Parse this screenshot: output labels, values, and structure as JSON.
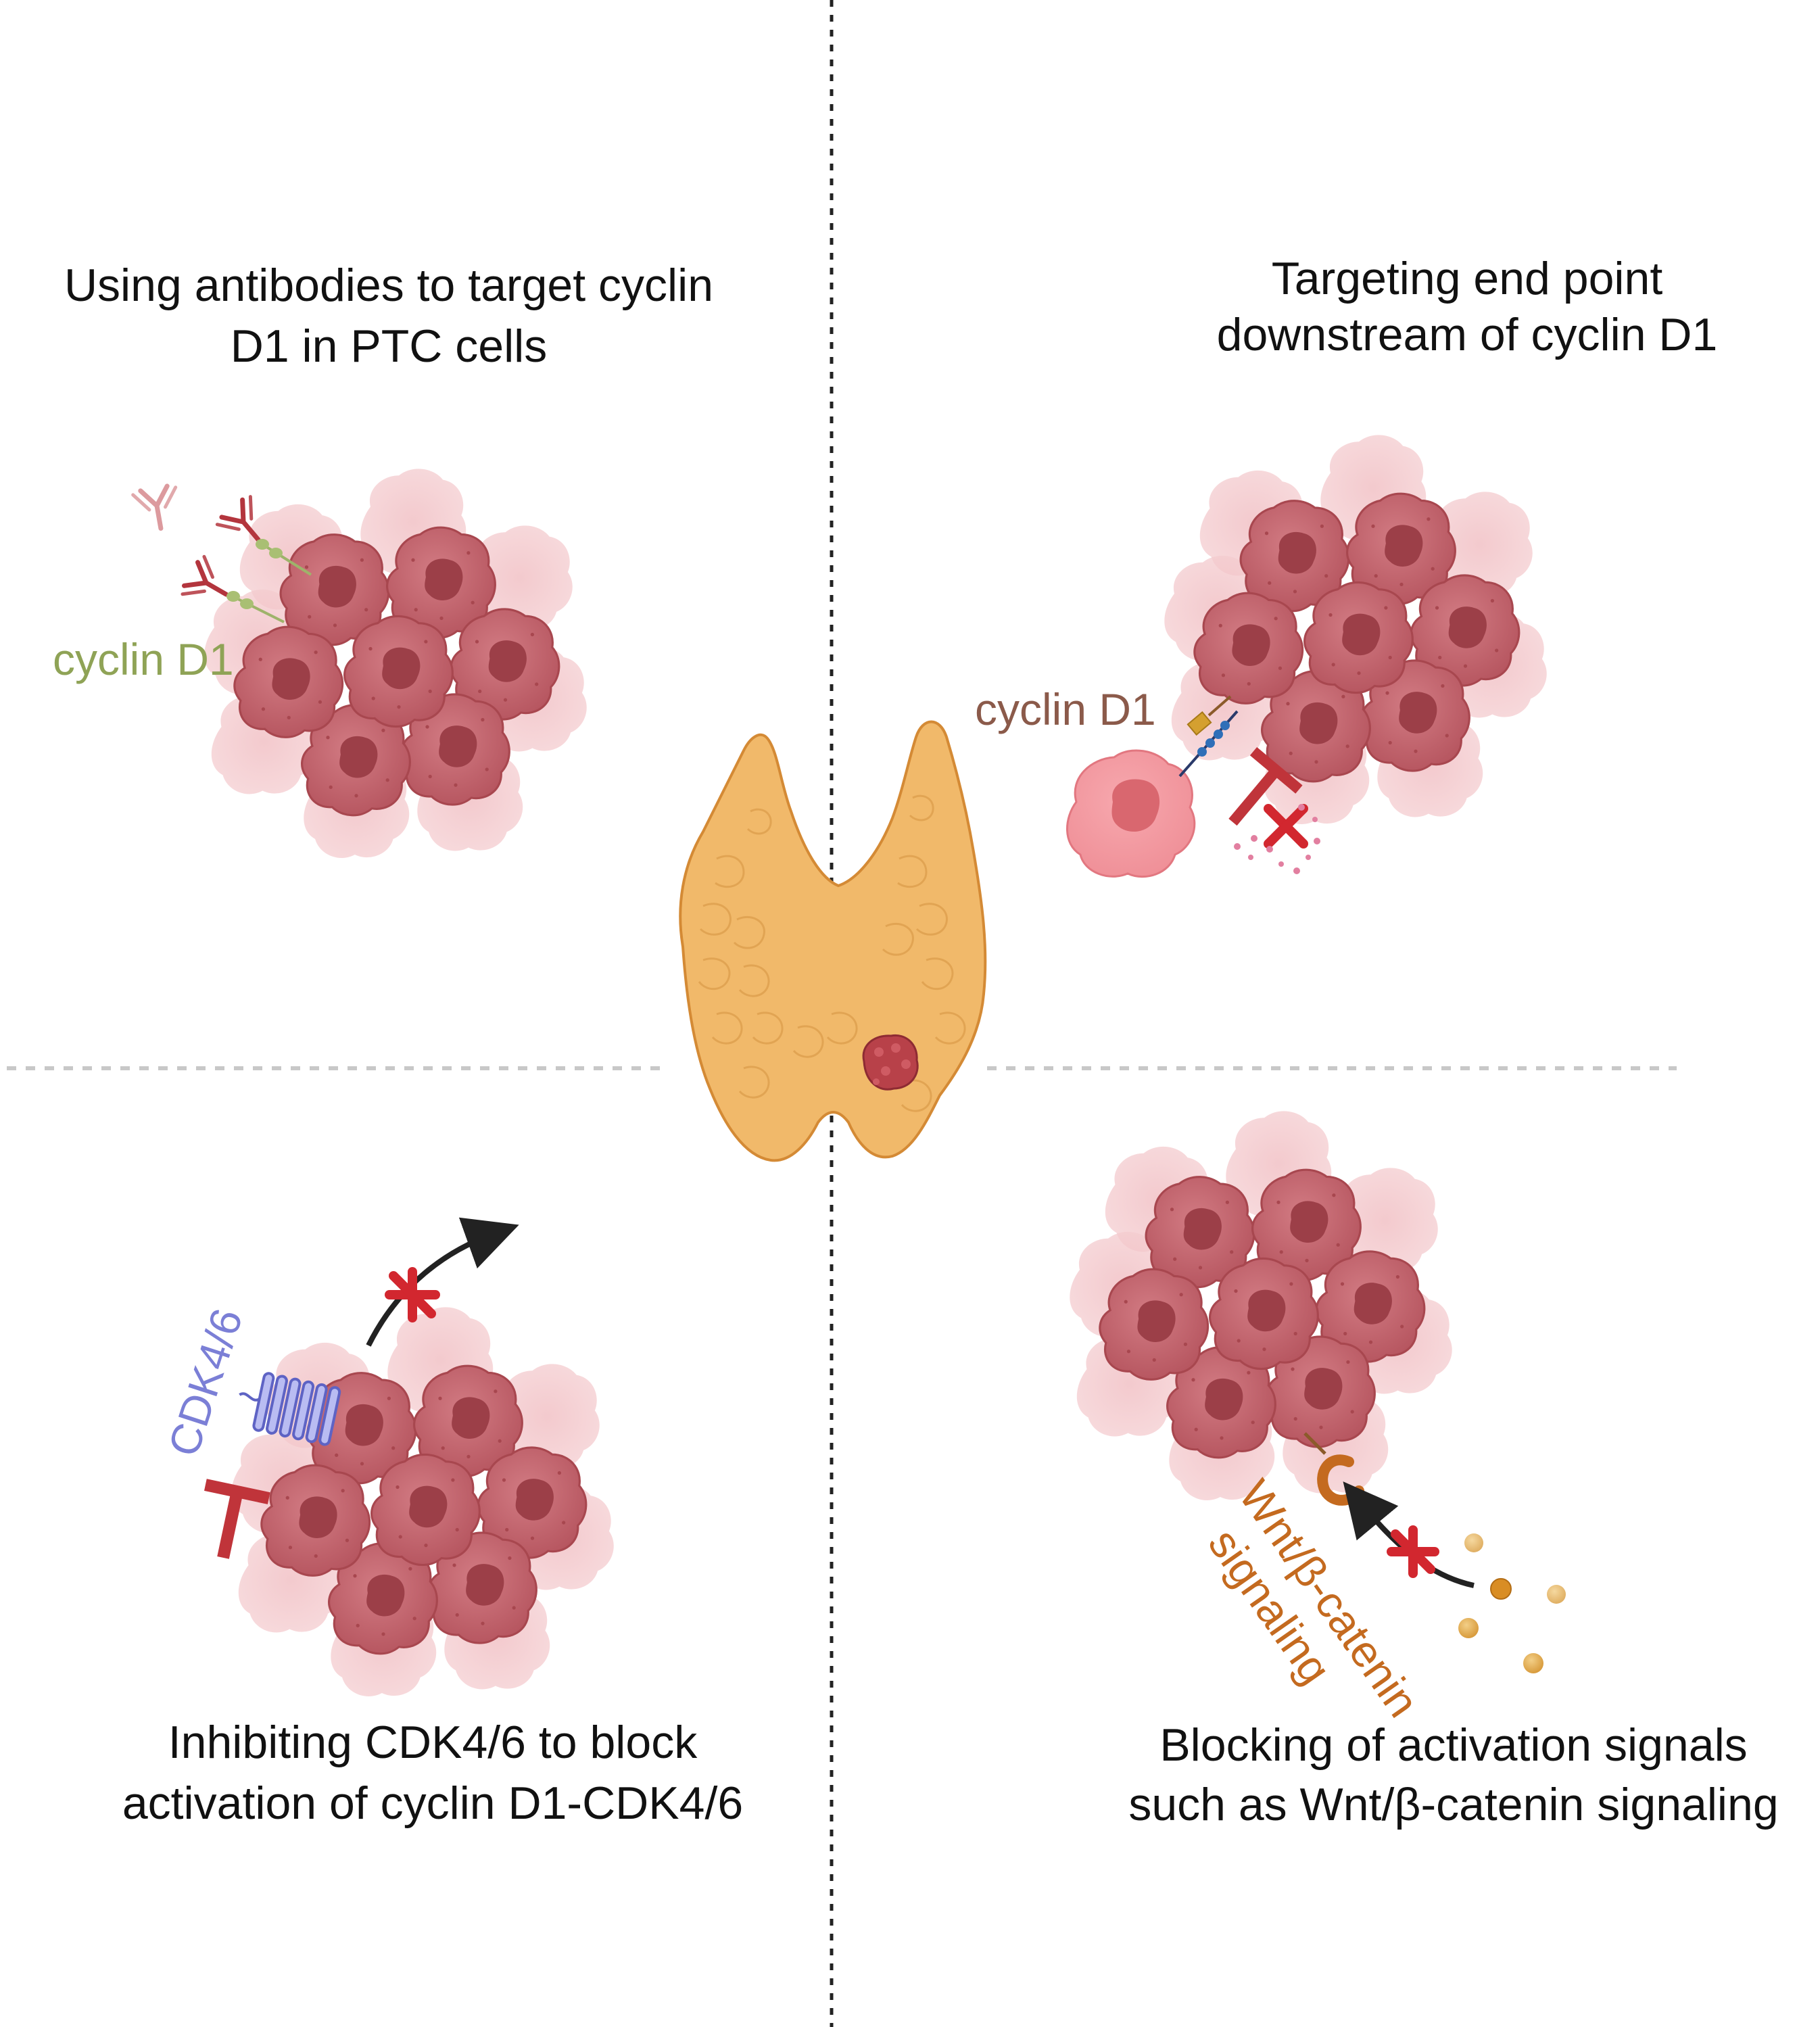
{
  "quadrants": {
    "top_left": {
      "title_line1": "Using antibodies to target cyclin",
      "title_line2": "D1 in PTC cells",
      "label": "cyclin D1"
    },
    "top_right": {
      "title_line1": "Targeting end point",
      "title_line2": "downstream of cyclin D1",
      "label": "cyclin D1"
    },
    "bottom_left": {
      "title_line1": "Inhibiting CDK4/6 to block",
      "title_line2": "activation of cyclin D1-CDK4/6",
      "label": "CDK4/6"
    },
    "bottom_right": {
      "title_line1": "Blocking of activation signals",
      "title_line2": "such as Wnt/β-catenin signaling",
      "label_line1": "Wnt/β-catenin",
      "label_line2": "signaling"
    }
  },
  "colors": {
    "cyclin_d1_green": "#8fa356",
    "cyclin_d1_brown": "#8b5a4a",
    "cdk_purple": "#7b7fd6",
    "wnt_orange": "#c46a1f",
    "inhibitor_red": "#c0343a",
    "tumor_cell": "#c4636c",
    "thyroid": "#f1b96a"
  },
  "icons": {
    "center": "thyroid-gland-icon",
    "tumor": "tumor-cell-cluster-icon",
    "antibody": "antibody-icon",
    "inhibit": "inhibition-t-bar-icon",
    "block": "red-x-icon"
  }
}
